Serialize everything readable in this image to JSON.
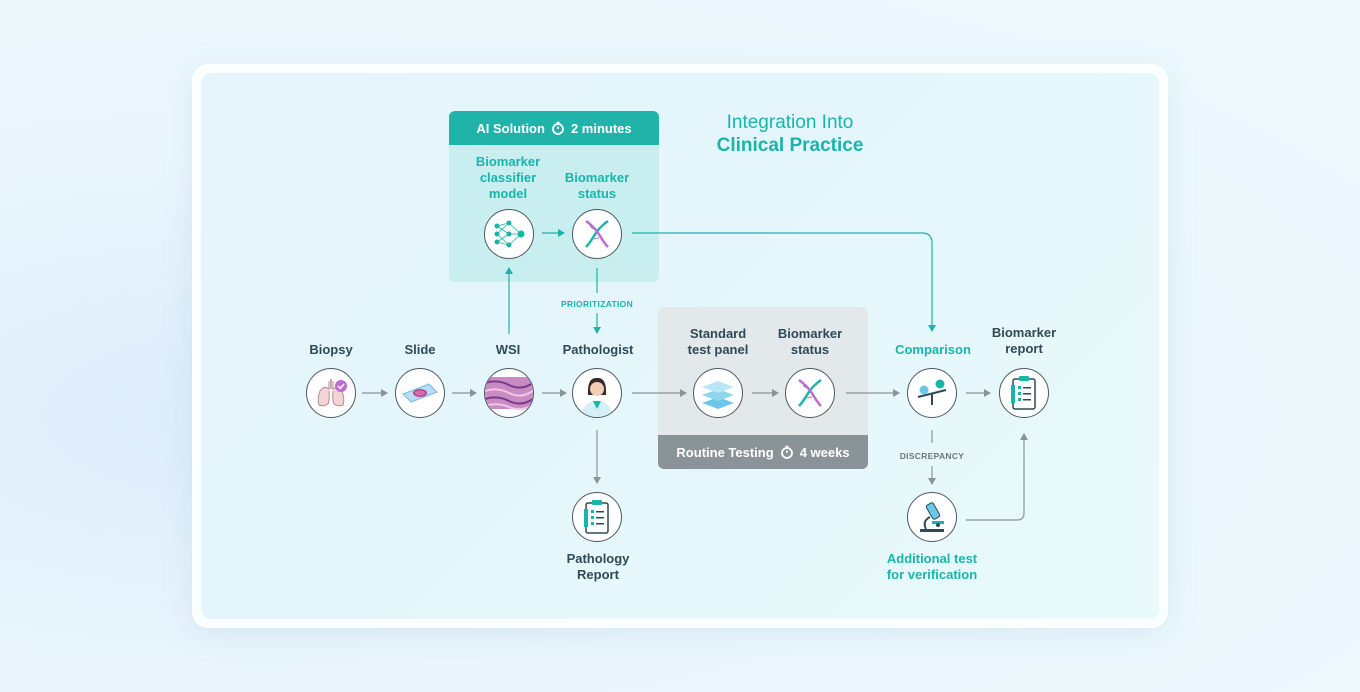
{
  "title": {
    "line1": "Integration Into",
    "line2": "Clinical Practice"
  },
  "ai_solution": {
    "label": "AI Solution",
    "time": "2 minutes",
    "classifier_label": "Biomarker\nclassifier\nmodel",
    "status_label": "Biomarker\nstatus"
  },
  "routine_testing": {
    "label": "Routine Testing",
    "time": "4 weeks",
    "panel_label": "Standard\ntest panel",
    "status_label": "Biomarker\nstatus"
  },
  "steps": {
    "biopsy": "Biopsy",
    "slide": "Slide",
    "wsi": "WSI",
    "pathologist": "Pathologist",
    "comparison": "Comparison",
    "biomarker_report": "Biomarker\nreport",
    "pathology_report": "Pathology\nReport",
    "additional_test": "Additional test\nfor verification"
  },
  "edge_labels": {
    "prioritization": "PRIORITIZATION",
    "discrepancy": "DISCREPANCY"
  },
  "colors": {
    "teal": "#19b5ab",
    "teal_header": "#1fb3aa",
    "ai_box_bg": "#c8eef0",
    "routine_header": "#8a9398",
    "routine_box_bg": "#e3e8ea",
    "text_dark": "#2f4a55"
  },
  "icons": [
    "lungs-icon",
    "slide-icon",
    "tissue-icon",
    "pathologist-icon",
    "neural-network-icon",
    "dna-icon",
    "layers-icon",
    "scale-icon",
    "report-icon",
    "microscope-icon",
    "stopwatch-icon"
  ]
}
